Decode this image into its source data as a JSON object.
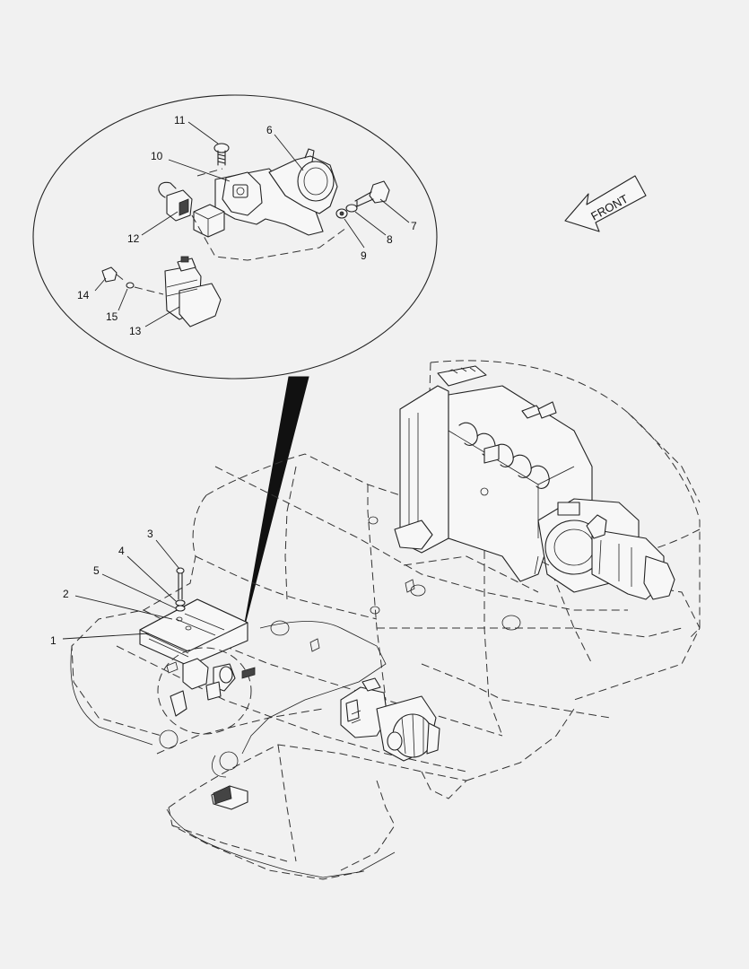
{
  "front_arrow": {
    "label": "FRONT"
  },
  "callouts": [
    {
      "id": "1",
      "label": "1"
    },
    {
      "id": "2",
      "label": "2"
    },
    {
      "id": "3",
      "label": "3"
    },
    {
      "id": "4",
      "label": "4"
    },
    {
      "id": "5",
      "label": "5"
    },
    {
      "id": "6",
      "label": "6"
    },
    {
      "id": "7",
      "label": "7"
    },
    {
      "id": "8",
      "label": "8"
    },
    {
      "id": "9",
      "label": "9"
    },
    {
      "id": "10",
      "label": "10"
    },
    {
      "id": "11",
      "label": "11"
    },
    {
      "id": "12",
      "label": "12"
    },
    {
      "id": "13",
      "label": "13"
    },
    {
      "id": "14",
      "label": "14"
    },
    {
      "id": "15",
      "label": "15"
    }
  ]
}
